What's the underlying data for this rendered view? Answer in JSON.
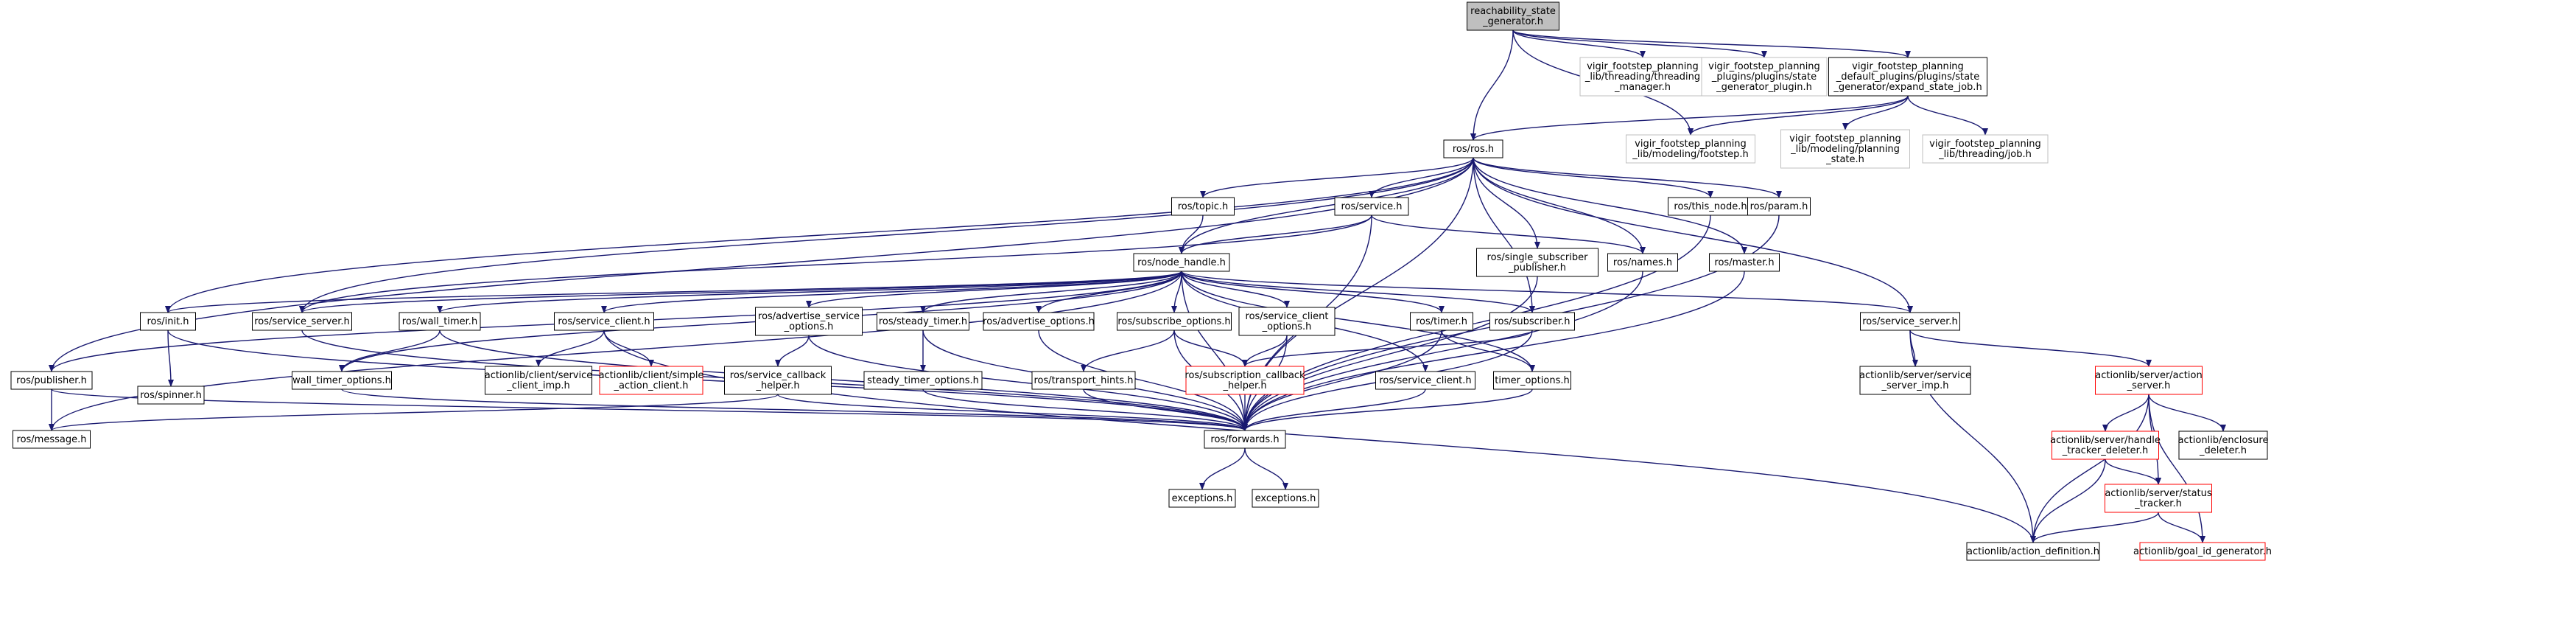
{
  "colors": {
    "edge": "#191970",
    "border_normal": "#000000",
    "border_missing": "#bfbfbf",
    "border_truncated": "#ff0000",
    "fill_root": "#bfbfbf",
    "fill_normal": "#ffffff",
    "text": "#000000"
  },
  "nodes": [
    {
      "id": "root",
      "kind": "root",
      "lines": [
        "reachability_state",
        "_generator.h"
      ]
    },
    {
      "id": "threading_manager",
      "kind": "missing",
      "lines": [
        "vigir_footstep_planning",
        "_lib/threading/threading",
        "_manager.h"
      ]
    },
    {
      "id": "state_generator_plugin",
      "kind": "missing",
      "lines": [
        "vigir_footstep_planning",
        "_plugins/plugins/state",
        "_generator_plugin.h"
      ]
    },
    {
      "id": "expand_state_job",
      "kind": "normal",
      "lines": [
        "vigir_footstep_planning",
        "_default_plugins/plugins/state",
        "_generator/expand_state_job.h"
      ]
    },
    {
      "id": "ros_ros",
      "kind": "normal",
      "lines": [
        "ros/ros.h"
      ]
    },
    {
      "id": "footstep",
      "kind": "missing",
      "lines": [
        "vigir_footstep_planning",
        "_lib/modeling/footstep.h"
      ]
    },
    {
      "id": "planning_state",
      "kind": "missing",
      "lines": [
        "vigir_footstep_planning",
        "_lib/modeling/planning",
        "_state.h"
      ]
    },
    {
      "id": "job",
      "kind": "missing",
      "lines": [
        "vigir_footstep_planning",
        "_lib/threading/job.h"
      ]
    },
    {
      "id": "ros_topic",
      "kind": "normal",
      "lines": [
        "ros/topic.h"
      ]
    },
    {
      "id": "ros_service",
      "kind": "normal",
      "lines": [
        "ros/service.h"
      ]
    },
    {
      "id": "this_node",
      "kind": "normal",
      "lines": [
        "ros/this_node.h"
      ]
    },
    {
      "id": "ros_param",
      "kind": "normal",
      "lines": [
        "ros/param.h"
      ]
    },
    {
      "id": "node_handle",
      "kind": "normal",
      "lines": [
        "ros/node_handle.h"
      ]
    },
    {
      "id": "single_subscriber_publisher",
      "kind": "normal",
      "lines": [
        "ros/single_subscriber",
        "_publisher.h"
      ]
    },
    {
      "id": "ros_names",
      "kind": "normal",
      "lines": [
        "ros/names.h"
      ]
    },
    {
      "id": "ros_master",
      "kind": "normal",
      "lines": [
        "ros/master.h"
      ]
    },
    {
      "id": "ros_init",
      "kind": "normal",
      "lines": [
        "ros/init.h"
      ]
    },
    {
      "id": "ros_service_server_a",
      "kind": "normal",
      "lines": [
        "ros/service_server.h"
      ]
    },
    {
      "id": "wall_timer",
      "kind": "normal",
      "lines": [
        "ros/wall_timer.h"
      ]
    },
    {
      "id": "ros_service_client_a",
      "kind": "normal",
      "lines": [
        "ros/service_client.h"
      ]
    },
    {
      "id": "advertise_service_options",
      "kind": "normal",
      "lines": [
        "ros/advertise_service",
        "_options.h"
      ]
    },
    {
      "id": "steady_timer",
      "kind": "normal",
      "lines": [
        "ros/steady_timer.h"
      ]
    },
    {
      "id": "advertise_options",
      "kind": "normal",
      "lines": [
        "ros/advertise_options.h"
      ]
    },
    {
      "id": "subscribe_options",
      "kind": "normal",
      "lines": [
        "ros/subscribe_options.h"
      ]
    },
    {
      "id": "service_client_options",
      "kind": "normal",
      "lines": [
        "ros/service_client",
        "_options.h"
      ]
    },
    {
      "id": "ros_timer",
      "kind": "normal",
      "lines": [
        "ros/timer.h"
      ]
    },
    {
      "id": "ros_subscriber",
      "kind": "normal",
      "lines": [
        "ros/subscriber.h"
      ]
    },
    {
      "id": "ros_service_server_b",
      "kind": "normal",
      "lines": [
        "ros/service_server.h"
      ]
    },
    {
      "id": "ros_publisher",
      "kind": "normal",
      "lines": [
        "ros/publisher.h"
      ]
    },
    {
      "id": "ros_spinner",
      "kind": "normal",
      "lines": [
        "ros/spinner.h"
      ]
    },
    {
      "id": "wall_timer_options",
      "kind": "normal",
      "lines": [
        "wall_timer_options.h"
      ]
    },
    {
      "id": "service_client_imp",
      "kind": "normal",
      "lines": [
        "actionlib/client/service",
        "_client_imp.h"
      ]
    },
    {
      "id": "simple_action_client",
      "kind": "truncated",
      "lines": [
        "actionlib/client/simple",
        "_action_client.h"
      ]
    },
    {
      "id": "service_callback_helper",
      "kind": "normal",
      "lines": [
        "ros/service_callback",
        "_helper.h"
      ]
    },
    {
      "id": "steady_timer_options",
      "kind": "normal",
      "lines": [
        "steady_timer_options.h"
      ]
    },
    {
      "id": "transport_hints",
      "kind": "normal",
      "lines": [
        "ros/transport_hints.h"
      ]
    },
    {
      "id": "subscription_callback_helper",
      "kind": "truncated",
      "lines": [
        "ros/subscription_callback",
        "_helper.h"
      ]
    },
    {
      "id": "ros_service_client_b",
      "kind": "normal",
      "lines": [
        "ros/service_client.h"
      ]
    },
    {
      "id": "timer_options",
      "kind": "normal",
      "lines": [
        "timer_options.h"
      ]
    },
    {
      "id": "service_server_imp",
      "kind": "normal",
      "lines": [
        "actionlib/server/service",
        "_server_imp.h"
      ]
    },
    {
      "id": "action_server",
      "kind": "truncated",
      "lines": [
        "actionlib/server/action",
        "_server.h"
      ]
    },
    {
      "id": "ros_message",
      "kind": "normal",
      "lines": [
        "ros/message.h"
      ]
    },
    {
      "id": "ros_forwards",
      "kind": "normal",
      "lines": [
        "ros/forwards.h"
      ]
    },
    {
      "id": "handle_tracker_deleter",
      "kind": "truncated",
      "lines": [
        "actionlib/server/handle",
        "_tracker_deleter.h"
      ]
    },
    {
      "id": "enclosure_deleter",
      "kind": "normal",
      "lines": [
        "actionlib/enclosure",
        "_deleter.h"
      ]
    },
    {
      "id": "status_tracker",
      "kind": "truncated",
      "lines": [
        "actionlib/server/status",
        "_tracker.h"
      ]
    },
    {
      "id": "exceptions_a",
      "kind": "normal",
      "lines": [
        "exceptions.h"
      ]
    },
    {
      "id": "exceptions_b",
      "kind": "normal",
      "lines": [
        "exceptions.h"
      ]
    },
    {
      "id": "action_definition",
      "kind": "normal",
      "lines": [
        "actionlib/action_definition.h"
      ]
    },
    {
      "id": "goal_id_generator",
      "kind": "truncated",
      "lines": [
        "actionlib/goal_id_generator.h"
      ]
    }
  ],
  "edges": [
    [
      "root",
      "threading_manager"
    ],
    [
      "root",
      "state_generator_plugin"
    ],
    [
      "root",
      "expand_state_job"
    ],
    [
      "root",
      "ros_ros"
    ],
    [
      "root",
      "footstep"
    ],
    [
      "expand_state_job",
      "ros_ros"
    ],
    [
      "expand_state_job",
      "footstep"
    ],
    [
      "expand_state_job",
      "planning_state"
    ],
    [
      "expand_state_job",
      "job"
    ],
    [
      "ros_ros",
      "ros_topic"
    ],
    [
      "ros_ros",
      "ros_service"
    ],
    [
      "ros_ros",
      "this_node"
    ],
    [
      "ros_ros",
      "ros_param"
    ],
    [
      "ros_ros",
      "node_handle"
    ],
    [
      "ros_ros",
      "single_subscriber_publisher"
    ],
    [
      "ros_ros",
      "ros_names"
    ],
    [
      "ros_ros",
      "ros_master"
    ],
    [
      "ros_ros",
      "ros_init"
    ],
    [
      "ros_ros",
      "ros_service_server_a"
    ],
    [
      "ros_ros",
      "ros_subscriber"
    ],
    [
      "ros_ros",
      "ros_service_server_b"
    ],
    [
      "ros_ros",
      "ros_publisher"
    ],
    [
      "ros_ros",
      "ros_forwards"
    ],
    [
      "ros_topic",
      "node_handle"
    ],
    [
      "ros_service",
      "node_handle"
    ],
    [
      "ros_service",
      "ros_names"
    ],
    [
      "ros_service",
      "ros_service_server_a"
    ],
    [
      "ros_service",
      "ros_forwards"
    ],
    [
      "this_node",
      "ros_forwards"
    ],
    [
      "ros_param",
      "ros_forwards"
    ],
    [
      "single_subscriber_publisher",
      "ros_forwards"
    ],
    [
      "ros_names",
      "ros_forwards"
    ],
    [
      "ros_master",
      "ros_forwards"
    ],
    [
      "node_handle",
      "ros_init"
    ],
    [
      "node_handle",
      "ros_service_server_a"
    ],
    [
      "node_handle",
      "wall_timer"
    ],
    [
      "node_handle",
      "ros_service_client_a"
    ],
    [
      "node_handle",
      "advertise_service_options"
    ],
    [
      "node_handle",
      "steady_timer"
    ],
    [
      "node_handle",
      "advertise_options"
    ],
    [
      "node_handle",
      "subscribe_options"
    ],
    [
      "node_handle",
      "service_client_options"
    ],
    [
      "node_handle",
      "ros_timer"
    ],
    [
      "node_handle",
      "ros_subscriber"
    ],
    [
      "node_handle",
      "ros_service_server_b"
    ],
    [
      "node_handle",
      "ros_publisher"
    ],
    [
      "node_handle",
      "ros_message"
    ],
    [
      "node_handle",
      "wall_timer_options"
    ],
    [
      "node_handle",
      "ros_service_client_b"
    ],
    [
      "node_handle",
      "timer_options"
    ],
    [
      "node_handle",
      "ros_forwards"
    ],
    [
      "ros_init",
      "ros_spinner"
    ],
    [
      "ros_init",
      "ros_forwards"
    ],
    [
      "ros_service_server_a",
      "ros_forwards"
    ],
    [
      "wall_timer",
      "wall_timer_options"
    ],
    [
      "wall_timer",
      "ros_forwards"
    ],
    [
      "ros_service_client_a",
      "service_client_imp"
    ],
    [
      "ros_service_client_a",
      "simple_action_client"
    ],
    [
      "ros_service_client_a",
      "action_definition"
    ],
    [
      "advertise_service_options",
      "service_callback_helper"
    ],
    [
      "advertise_service_options",
      "ros_forwards"
    ],
    [
      "steady_timer",
      "steady_timer_options"
    ],
    [
      "steady_timer",
      "ros_forwards"
    ],
    [
      "advertise_options",
      "ros_forwards"
    ],
    [
      "subscribe_options",
      "transport_hints"
    ],
    [
      "subscribe_options",
      "subscription_callback_helper"
    ],
    [
      "subscribe_options",
      "ros_forwards"
    ],
    [
      "service_client_options",
      "subscription_callback_helper"
    ],
    [
      "service_client_options",
      "ros_forwards"
    ],
    [
      "ros_timer",
      "timer_options"
    ],
    [
      "ros_timer",
      "ros_forwards"
    ],
    [
      "ros_subscriber",
      "subscription_callback_helper"
    ],
    [
      "ros_subscriber",
      "ros_forwards"
    ],
    [
      "ros_service_server_b",
      "service_server_imp"
    ],
    [
      "ros_service_server_b",
      "action_server"
    ],
    [
      "ros_service_server_b",
      "action_definition"
    ],
    [
      "ros_publisher",
      "ros_message"
    ],
    [
      "ros_publisher",
      "ros_forwards"
    ],
    [
      "wall_timer_options",
      "ros_forwards"
    ],
    [
      "service_callback_helper",
      "ros_message"
    ],
    [
      "service_callback_helper",
      "ros_forwards"
    ],
    [
      "steady_timer_options",
      "ros_forwards"
    ],
    [
      "transport_hints",
      "ros_forwards"
    ],
    [
      "subscription_callback_helper",
      "ros_forwards"
    ],
    [
      "ros_service_client_b",
      "ros_forwards"
    ],
    [
      "timer_options",
      "ros_forwards"
    ],
    [
      "ros_forwards",
      "exceptions_a"
    ],
    [
      "ros_forwards",
      "exceptions_b"
    ],
    [
      "action_server",
      "handle_tracker_deleter"
    ],
    [
      "action_server",
      "enclosure_deleter"
    ],
    [
      "action_server",
      "status_tracker"
    ],
    [
      "action_server",
      "action_definition"
    ],
    [
      "action_server",
      "goal_id_generator"
    ],
    [
      "handle_tracker_deleter",
      "status_tracker"
    ],
    [
      "handle_tracker_deleter",
      "action_definition"
    ],
    [
      "status_tracker",
      "action_definition"
    ],
    [
      "status_tracker",
      "goal_id_generator"
    ]
  ]
}
